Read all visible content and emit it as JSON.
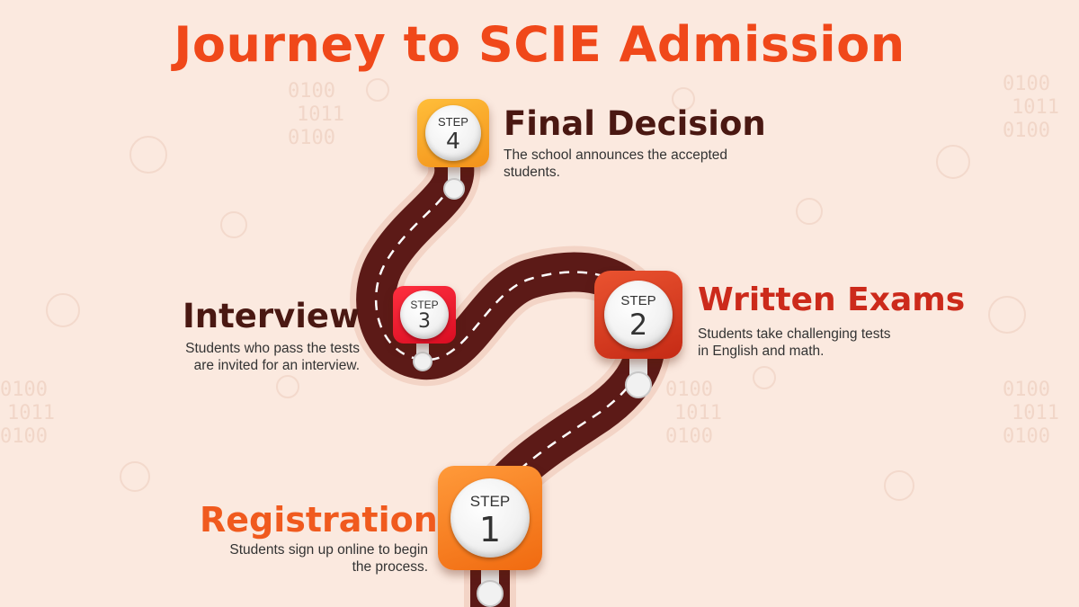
{
  "title": "Journey to SCIE Admission",
  "colors": {
    "background": "#fbe9df",
    "title": "#f0481a",
    "road": "#5c1a17",
    "road_edge": "#f3d4c6",
    "dash": "#ffffff",
    "step1_badge": "#f57f1c",
    "step2_badge": "#d9381e",
    "step3_badge": "#e8132a",
    "step4_badge": "#f7a21e",
    "heading_dark": "#4a1812",
    "heading_red": "#cc2a1b",
    "heading_orange": "#f05a1e"
  },
  "steps": [
    {
      "label": "STEP",
      "number": "1",
      "heading": "Registration",
      "description": [
        "Students sign up online to begin",
        "the process."
      ]
    },
    {
      "label": "STEP",
      "number": "2",
      "heading": "Written Exams",
      "description": [
        "Students take challenging tests",
        "in English and math."
      ]
    },
    {
      "label": "STEP",
      "number": "3",
      "heading": "Interview",
      "description": [
        "Students who pass the tests",
        "are invited for an interview."
      ]
    },
    {
      "label": "STEP",
      "number": "4",
      "heading": "Final Decision",
      "description": [
        "The school announces the accepted",
        "students."
      ]
    }
  ],
  "decor": {
    "binary_lines": [
      "0100",
      "1011",
      "0100"
    ]
  }
}
